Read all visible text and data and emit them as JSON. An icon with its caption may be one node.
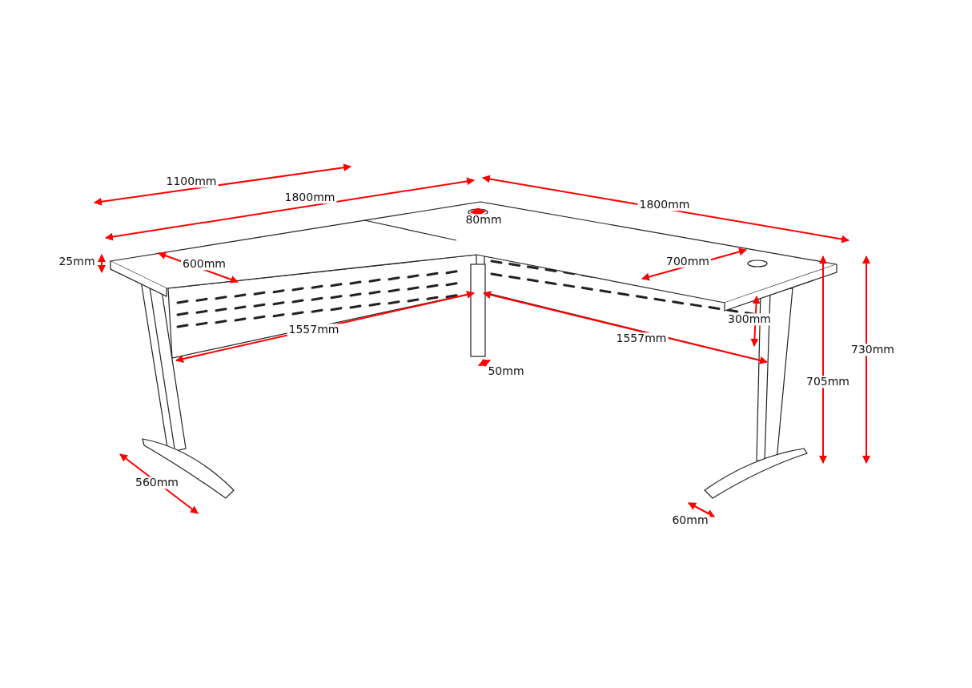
{
  "diagram": {
    "labels": [
      "1100mm",
      "1800mm",
      "1800mm",
      "80mm",
      "25mm",
      "600mm",
      "700mm",
      "300mm",
      "1557mm",
      "1557mm",
      "730mm",
      "50mm",
      "705mm",
      "560mm",
      "60mm"
    ]
  }
}
